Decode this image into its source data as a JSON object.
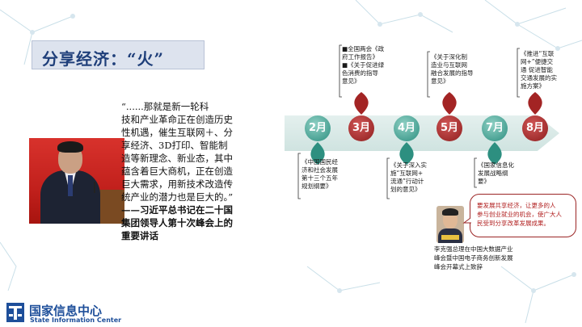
{
  "title": "分享经济：“火”",
  "quote": {
    "lines": [
      "“......那就是新一轮科",
      "技和产业革命正在创造历史",
      "性机遇，催生互联网＋、分",
      "享经济、3D打印、智能制",
      "造等新理念、新业态，其中",
      "蕴含着巨大商机，正在创造",
      "巨大需求，用新技术改造传",
      "统产业的潜力也是巨大的。”"
    ],
    "attribution": [
      "——习近平总书记在二十国",
      "集团领导人第十次峰会上的",
      "重要讲话"
    ]
  },
  "logo": {
    "name_cn": "国家信息中心",
    "name_en": "State Information Center"
  },
  "timeline": {
    "months": [
      {
        "label": "2月",
        "color": "#2d8f80"
      },
      {
        "label": "3月",
        "color": "#8e1e1e"
      },
      {
        "label": "4月",
        "color": "#2d8f80"
      },
      {
        "label": "5月",
        "color": "#8e1e1e"
      },
      {
        "label": "7月",
        "color": "#2d8f80"
      },
      {
        "label": "8月",
        "color": "#8e1e1e"
      }
    ],
    "top_docs": [
      {
        "lines": [
          "■全国两会《政",
          "府工作报告》",
          "■《关于促进绿",
          "色消费的指导",
          "意见》"
        ]
      },
      {
        "lines": [
          "《关于深化制",
          "造业与互联网",
          "融合发展的指导",
          "意见》"
        ]
      },
      {
        "lines": [
          "《推进“互联",
          "网+”便捷交",
          "通 促进智能",
          "交通发展的实",
          "施方案》"
        ]
      }
    ],
    "bottom_docs": [
      {
        "lines": [
          "《中国国民经",
          "济和社会发展",
          "第十三个五年",
          "规划纲要》"
        ]
      },
      {
        "lines": [
          "《关于深入实",
          "施“互联网+",
          "流通”行动计",
          "划的意见》"
        ]
      },
      {
        "lines": [
          "《国家信息化",
          "发展战略纲",
          "要》"
        ]
      }
    ]
  },
  "speech_bubble": {
    "lines": [
      "要发展共享经济，让更多的人",
      "参与创业就业的机会，使广大人",
      "民受到分享改革发展成果。"
    ]
  },
  "li_caption": {
    "lines": [
      "李克强总理在中国大数据产业",
      "峰会暨中国电子商务创新发展",
      "峰会开幕式上致辞"
    ]
  },
  "colors": {
    "title_blue": "#1f3f7a",
    "teal": "#2d8f80",
    "dark_red": "#8e1e1e",
    "logo_blue": "#1e4f9a"
  }
}
